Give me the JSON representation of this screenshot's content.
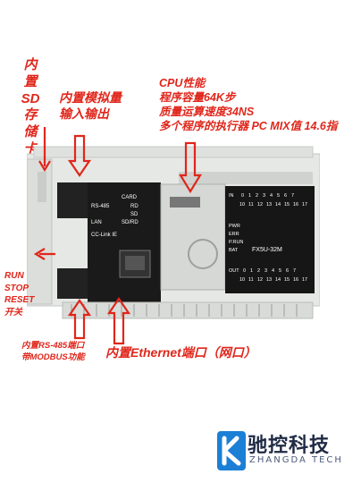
{
  "annotations": {
    "sd_card": [
      "内",
      "置",
      "SD",
      "存",
      "储",
      "卡"
    ],
    "analog_io": [
      "内置模拟量",
      "输入输出"
    ],
    "cpu": [
      "CPU性能",
      "程序容量64K步",
      "质量运算速度34NS",
      "多个程序的执行器 PC MIX值 14.6指"
    ],
    "run_stop": [
      "RUN",
      "STOP",
      "RESET",
      "开关"
    ],
    "rs485": [
      "内置RS-485端口",
      "带MODBUS功能"
    ],
    "ethernet": "内置Ethernet端口（网口）"
  },
  "plc": {
    "port_labels": [
      "CARD",
      "RS-485",
      "RD",
      "SD",
      "LAN",
      "SD/RD"
    ],
    "cc_link": "CC-Link IE",
    "input_header": "IN",
    "input_row1": [
      "0",
      "1",
      "2",
      "3",
      "4",
      "5",
      "6",
      "7"
    ],
    "input_row2": [
      "10",
      "11",
      "12",
      "13",
      "14",
      "15",
      "16",
      "17"
    ],
    "status_leds": [
      "PWR",
      "ERR",
      "P.RUN",
      "BAT"
    ],
    "model": "FX5U-32M",
    "output_header": "OUT",
    "output_row1": [
      "0",
      "1",
      "2",
      "3",
      "4",
      "5",
      "6",
      "7"
    ],
    "output_row2": [
      "10",
      "11",
      "12",
      "13",
      "14",
      "15",
      "16",
      "17"
    ]
  },
  "brand": {
    "name_cn": "驰控科技",
    "name_en": "ZHANGDA TECH",
    "color": "#1c7fd6"
  },
  "colors": {
    "annotation": "#e0261b",
    "panel_dark": "#1a1a1a",
    "body": "#e9ebe8"
  }
}
